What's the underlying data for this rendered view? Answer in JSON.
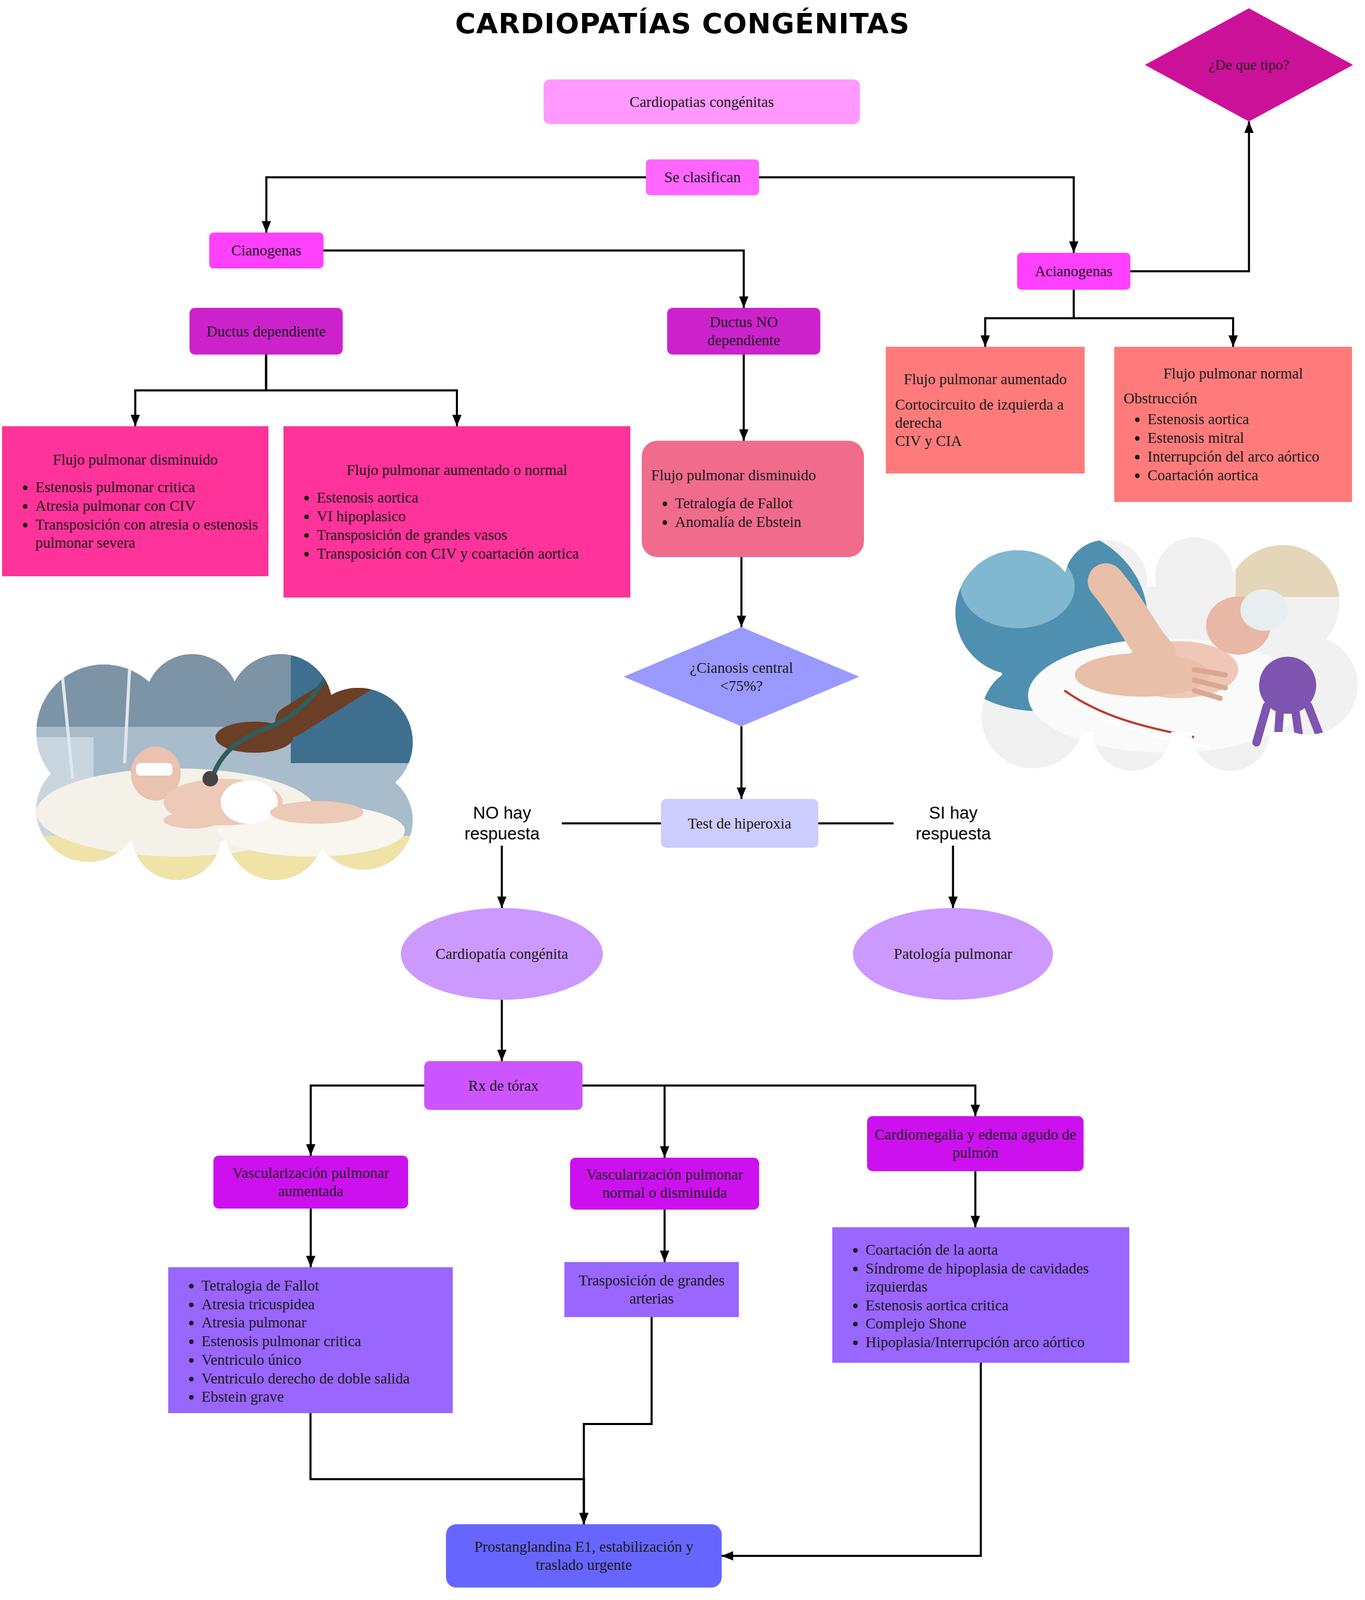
{
  "diagram": {
    "title": "CARDIOPATÍAS CONGÉNITAS",
    "nodes": [
      {
        "text": [
          "Cardiopatias congénitas"
        ]
      },
      {
        "text": [
          "Se clasifican"
        ]
      },
      {
        "text": [
          "Cianogenas"
        ]
      },
      {
        "text": [
          "Acianogenas"
        ]
      },
      {
        "text": [
          "¿De que tipo?"
        ]
      },
      {
        "text": [
          "Ductus dependiente"
        ]
      },
      {
        "text": [
          "Ductus NO dependiente"
        ]
      },
      {
        "text": [
          "Flujo pulmonar disminuido",
          "Estenosis pulmonar critica",
          "Atresia pulmonar con CIV",
          "Transposición con atresia o estenosis pulmonar severa"
        ]
      },
      {
        "text": [
          "Flujo pulmonar aumentado o normal",
          "Estenosis aortica",
          "VI hipoplasico",
          "Transposición de grandes vasos",
          "Transposición con CIV y coartación aortica"
        ]
      },
      {
        "text": [
          "Flujo pulmonar disminuido",
          "Tetralogía de Fallot",
          "Anomalía de Ebstein"
        ]
      },
      {
        "text": [
          "Flujo pulmonar aumentado",
          "Cortocircuito de izquierda a derecha",
          "CIV y CIA"
        ]
      },
      {
        "text": [
          "Flujo pulmonar normal",
          "Obstrucción",
          "Estenosis aortica",
          "Estenosis mitral",
          "Interrupción del arco aórtico",
          "Coartación aortica"
        ]
      },
      {
        "text": [
          "¿Cianosis central <75%?"
        ]
      },
      {
        "text": [
          "Test de hiperoxia"
        ]
      },
      {
        "text": [
          "Cardiopatía congénita"
        ]
      },
      {
        "text": [
          "Patología pulmonar"
        ]
      },
      {
        "text": [
          "Rx de tórax"
        ]
      },
      {
        "text": [
          "Vascularización pulmonar aumentada"
        ]
      },
      {
        "text": [
          "Vascularización pulmonar normal o disminuida"
        ]
      },
      {
        "text": [
          "Cardiomegalia y edema agudo de pulmón"
        ]
      },
      {
        "text": [
          "Tetralogia de Fallot",
          "Atresia tricuspidea",
          "Atresia pulmonar",
          "Estenosis pulmonar critica",
          "Ventriculo único",
          "Ventriculo derecho de doble salida",
          "Ebstein grave"
        ]
      },
      {
        "text": [
          "Trasposición de grandes arterias"
        ]
      },
      {
        "text": [
          "Coartación de la aorta",
          "Síndrome de hipoplasia de cavidades izquierdas",
          "Estenosis aortica critica",
          "Complejo Shone",
          "Hipoplasia/Interrupción arco aórtico"
        ]
      },
      {
        "text": [
          "Prostanglandina E1, estabilización y traslado urgente"
        ]
      }
    ],
    "edges": [
      {
        "from": 1,
        "to": 2,
        "arrow": "to"
      },
      {
        "from": 1,
        "to": 3,
        "arrow": "to"
      },
      {
        "from": 3,
        "to": 4,
        "arrow": "to"
      },
      {
        "from": 2,
        "to": 6,
        "arrow": "to"
      },
      {
        "from": 5,
        "to": 7,
        "arrow": "to"
      },
      {
        "from": 5,
        "to": 8,
        "arrow": "to"
      },
      {
        "from": 6,
        "to": 9,
        "arrow": "to"
      },
      {
        "from": 3,
        "to": 10,
        "arrow": "to"
      },
      {
        "from": 3,
        "to": 11,
        "arrow": "to"
      },
      {
        "from": 9,
        "to": 12,
        "arrow": "to"
      },
      {
        "from": 12,
        "to": 13,
        "arrow": "to"
      },
      {
        "from": 13,
        "to": 14,
        "label": "NO hay respuesta",
        "arrow": "to"
      },
      {
        "from": 13,
        "to": 15,
        "label": "SI hay respuesta",
        "arrow": "to"
      },
      {
        "from": 14,
        "to": 16,
        "arrow": "to"
      },
      {
        "from": 16,
        "to": 17,
        "arrow": "to"
      },
      {
        "from": 16,
        "to": 18,
        "arrow": "to"
      },
      {
        "from": 16,
        "to": 19,
        "arrow": "to"
      },
      {
        "from": 17,
        "to": 20,
        "arrow": "to"
      },
      {
        "from": 18,
        "to": 21,
        "arrow": "to"
      },
      {
        "from": 19,
        "to": 22,
        "arrow": "to"
      },
      {
        "from": 20,
        "to": 23,
        "arrow": "to"
      },
      {
        "from": 21,
        "to": 23,
        "arrow": "to"
      },
      {
        "from": 22,
        "to": 23,
        "arrow": "to"
      }
    ]
  }
}
